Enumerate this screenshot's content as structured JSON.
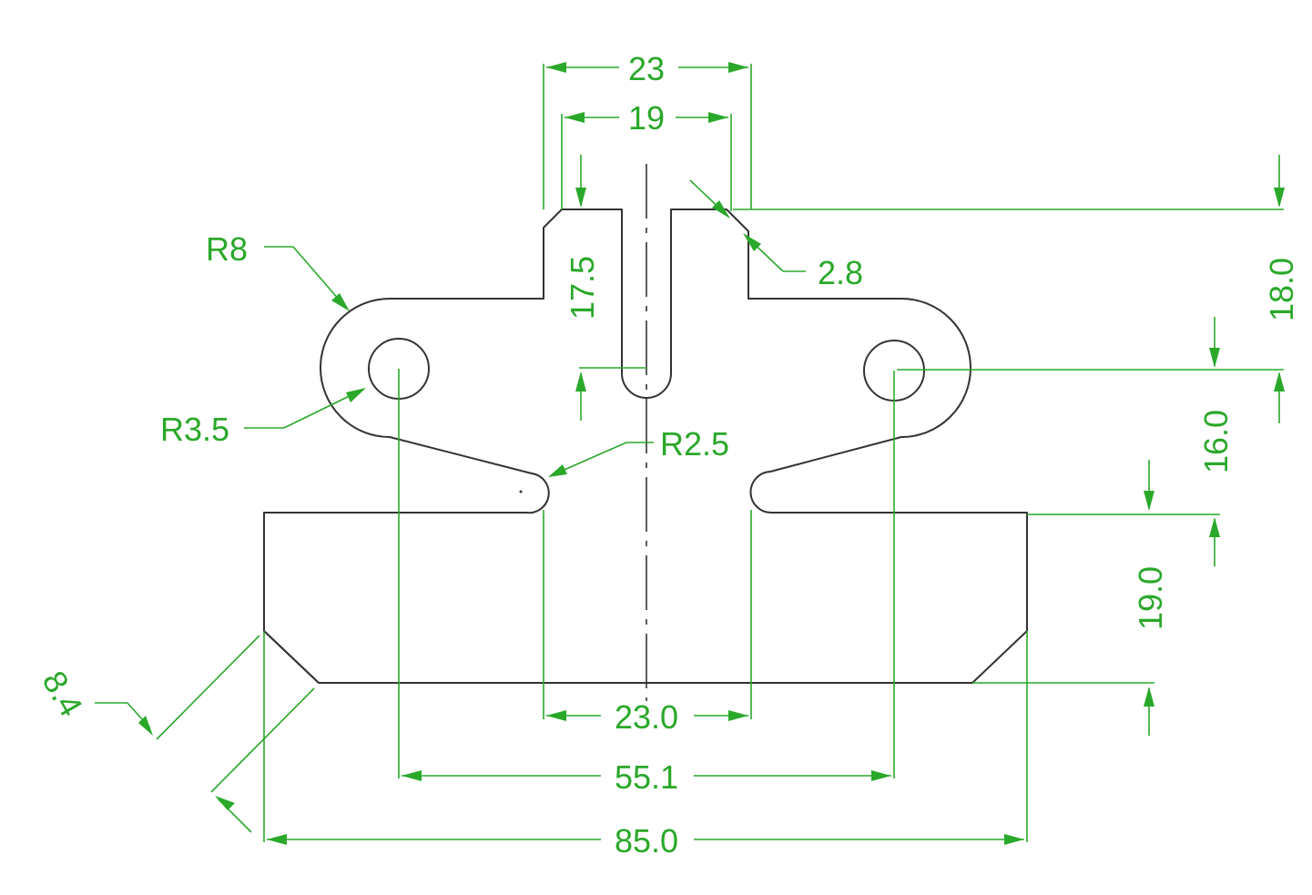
{
  "colors": {
    "outline": "#333333",
    "dimension": "#2aa82a",
    "background": "#ffffff"
  },
  "dimensions": {
    "slot_outer_width": "23",
    "slot_inner_width": "19",
    "slot_depth": "17.5",
    "chamfer_top": "2.8",
    "top_height": "18.0",
    "hole_offset": "16.0",
    "base_height": "19.0",
    "chamfer_base": "8.4",
    "neck_width": "23.0",
    "hole_spacing": "55.1",
    "overall_width": "85.0"
  },
  "radii": {
    "lobe": "R8",
    "hole": "R3.5",
    "notch": "R2.5"
  }
}
